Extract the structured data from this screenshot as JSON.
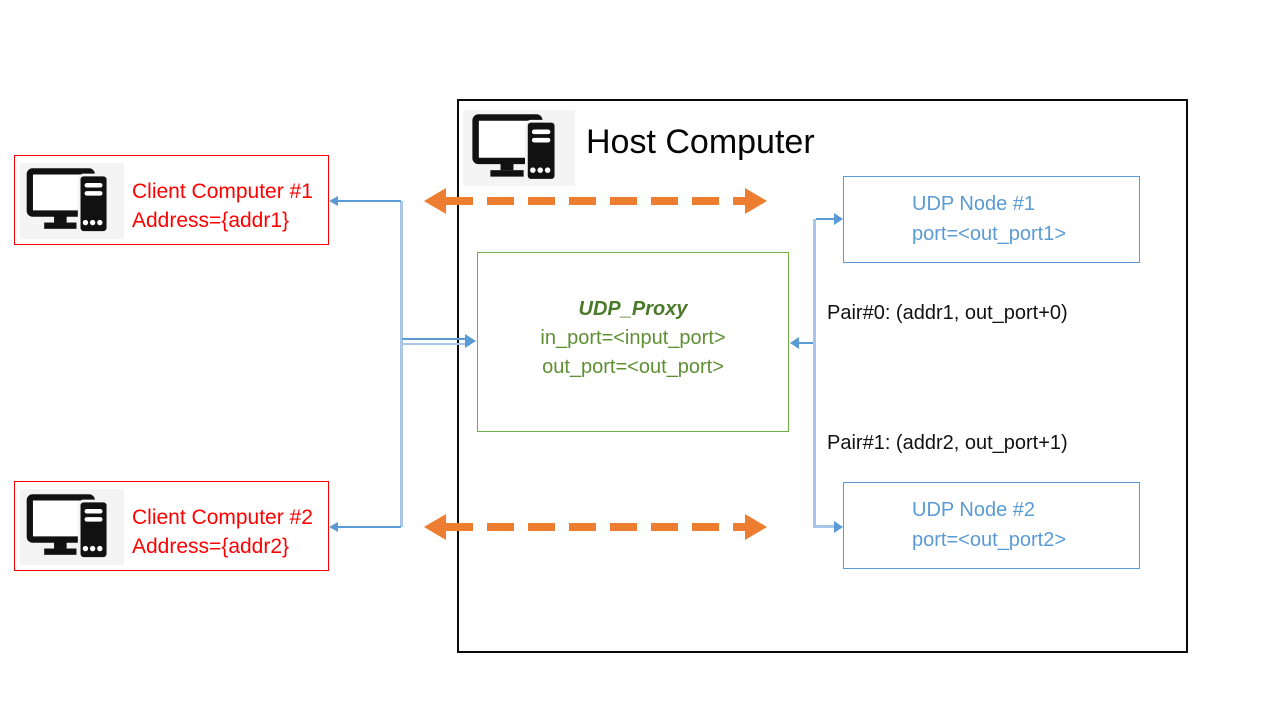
{
  "host": {
    "title": "Host Computer"
  },
  "clients": [
    {
      "title": "Client Computer #1",
      "address": "Address={addr1}"
    },
    {
      "title": "Client Computer #2",
      "address": "Address={addr2}"
    }
  ],
  "proxy": {
    "title": "UDP_Proxy",
    "in_port": "in_port=<input_port>",
    "out_port": "out_port=<out_port>"
  },
  "nodes": [
    {
      "title": "UDP Node #1",
      "port": "port=<out_port1>"
    },
    {
      "title": "UDP Node #2",
      "port": "port=<out_port2>"
    }
  ],
  "pair_labels": [
    {
      "text": "Pair#0: (addr1, out_port+0)"
    },
    {
      "text": "Pair#1: (addr2, out_port+1)"
    }
  ],
  "icons": {
    "computer": "desktop-computer-icon"
  },
  "colors": {
    "client_accent": "#FF0000",
    "proxy_border": "#70AD47",
    "proxy_title": "#4C7A2B",
    "proxy_text": "#5E9033",
    "node_accent": "#5B9BD5",
    "connector_light": "#A8C7E8",
    "arrow_orange": "#ED7D31",
    "host_border": "#000000"
  }
}
